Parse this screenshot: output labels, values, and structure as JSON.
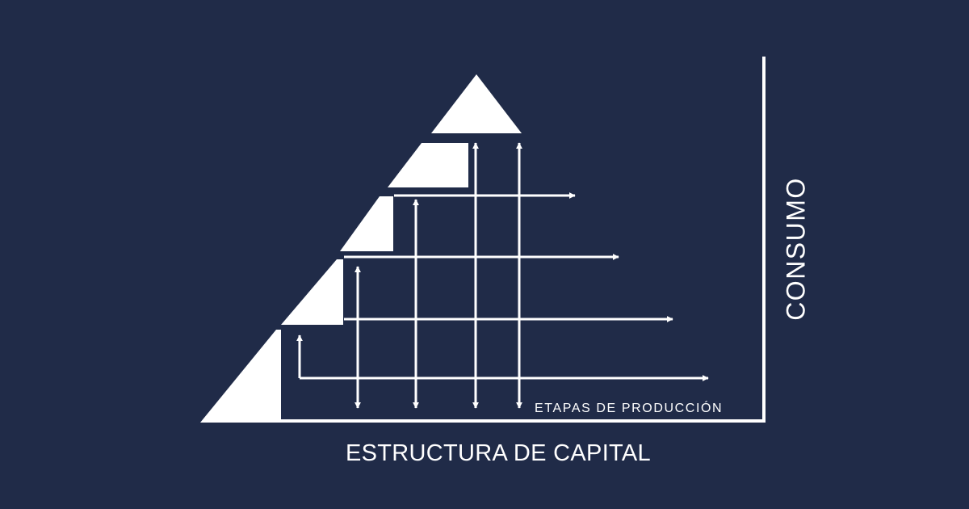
{
  "diagram": {
    "bottom_caption": "ESTRUCTURA DE CAPITAL",
    "stages_caption": "ETAPAS DE PRODUCCIÓN",
    "side_caption": "CONSUMO",
    "colors": {
      "background": "#202b48",
      "foreground": "#ffffff"
    }
  }
}
